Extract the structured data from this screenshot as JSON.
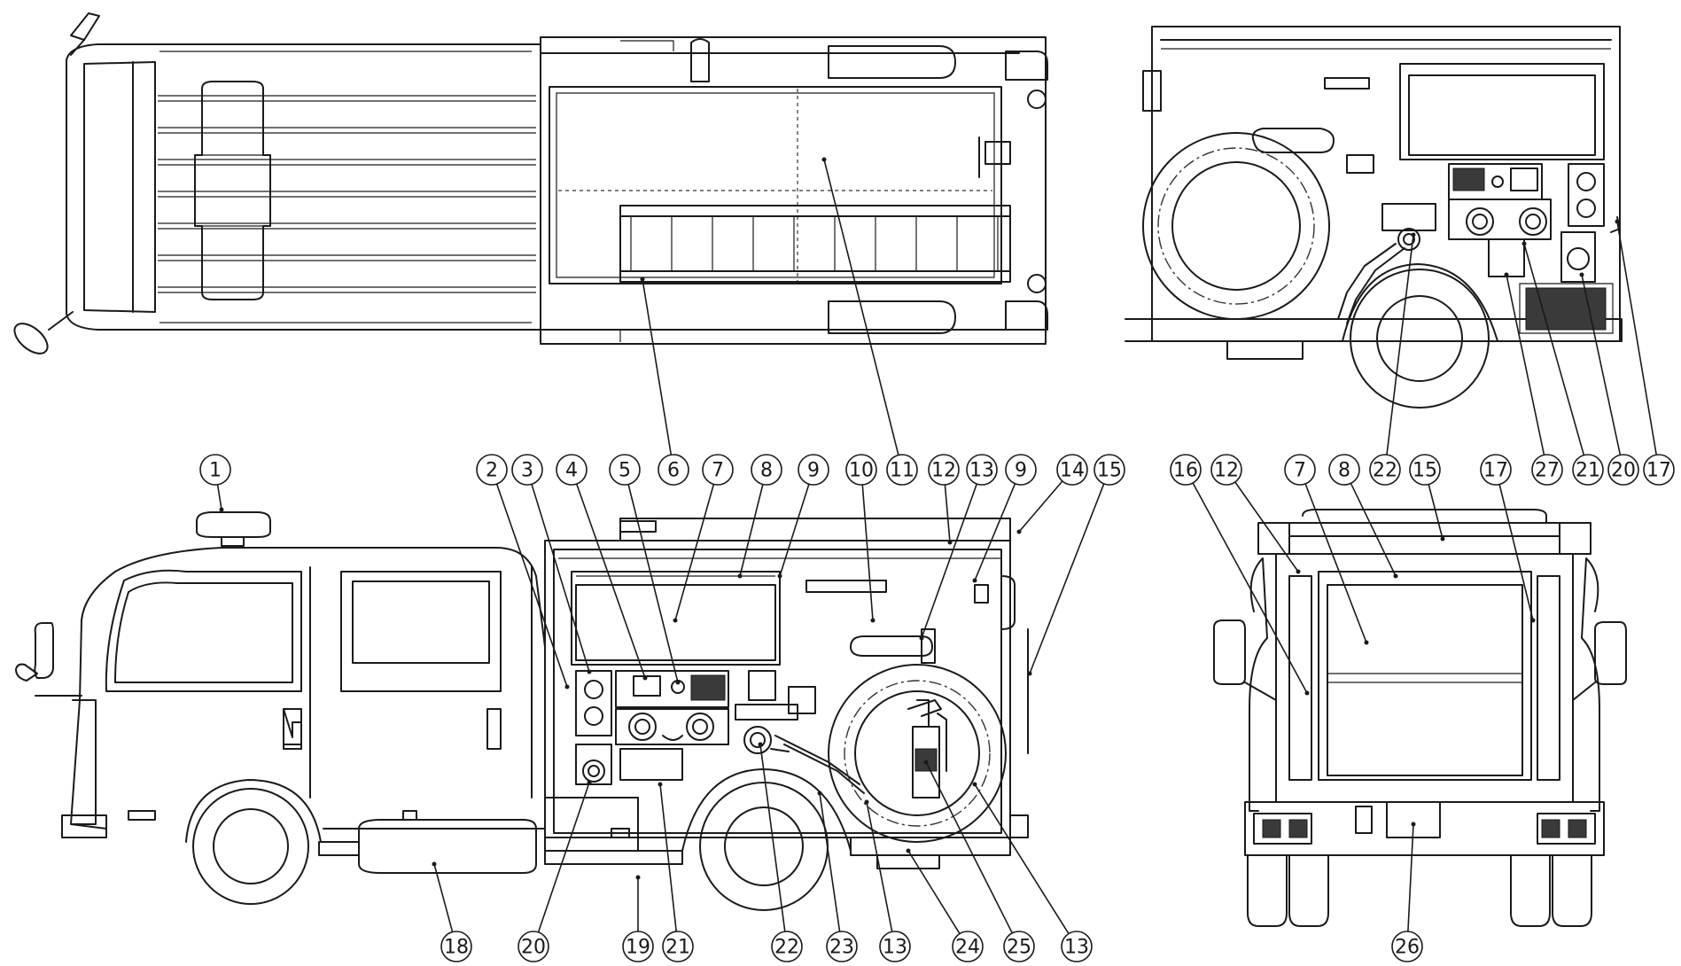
{
  "diagram": {
    "views": [
      "top-view",
      "side-view-left",
      "side-view-right",
      "rear-view"
    ],
    "colors": {
      "line": "#1a1a1a",
      "background": "#ffffff"
    },
    "callout_labels": [
      "1",
      "2",
      "3",
      "4",
      "5",
      "6",
      "7",
      "8",
      "9",
      "10",
      "11",
      "12",
      "13",
      "14",
      "15",
      "16",
      "17",
      "18",
      "19",
      "20",
      "21",
      "22",
      "23",
      "24",
      "25",
      "26",
      "27"
    ]
  }
}
